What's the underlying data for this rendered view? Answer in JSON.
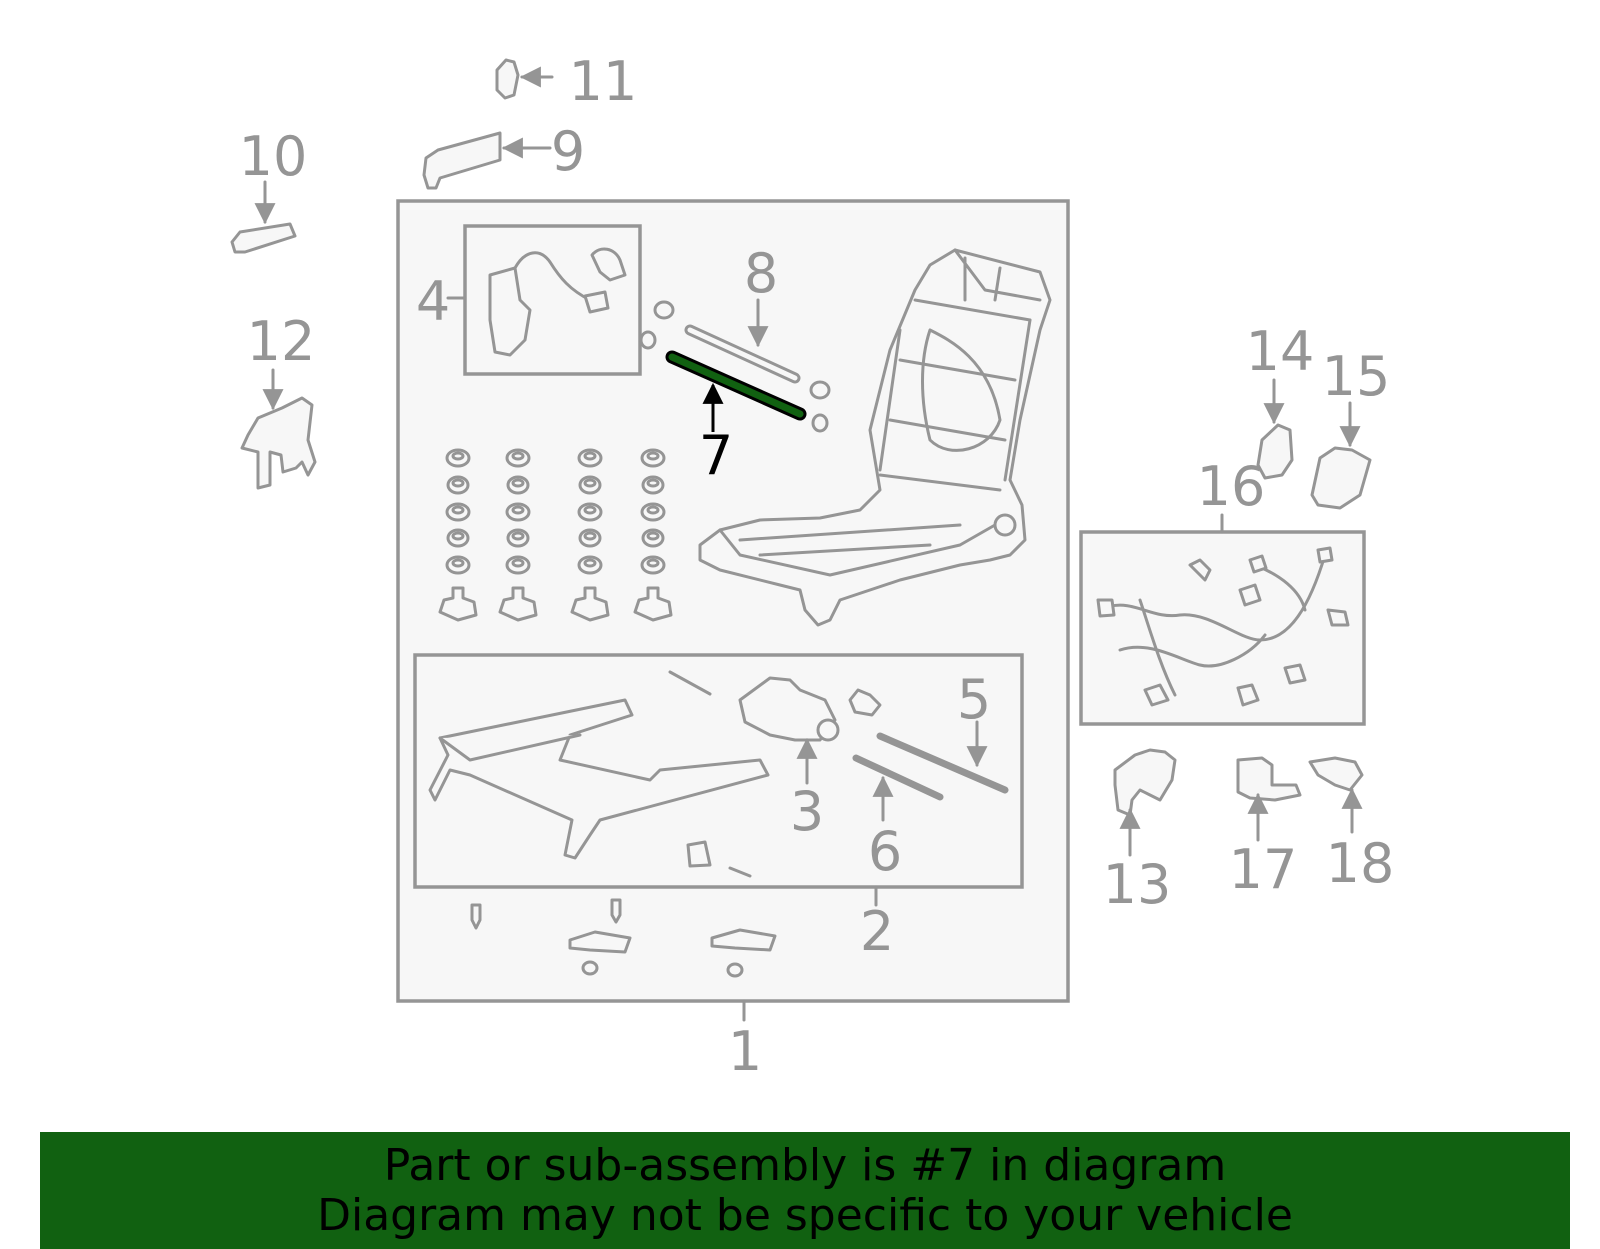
{
  "callouts": [
    {
      "id": "1",
      "label": "1"
    },
    {
      "id": "2",
      "label": "2"
    },
    {
      "id": "3",
      "label": "3"
    },
    {
      "id": "4",
      "label": "4"
    },
    {
      "id": "5",
      "label": "5"
    },
    {
      "id": "6",
      "label": "6"
    },
    {
      "id": "7",
      "label": "7",
      "highlighted": true
    },
    {
      "id": "8",
      "label": "8"
    },
    {
      "id": "9",
      "label": "9"
    },
    {
      "id": "10",
      "label": "10"
    },
    {
      "id": "11",
      "label": "11"
    },
    {
      "id": "12",
      "label": "12"
    },
    {
      "id": "13",
      "label": "13"
    },
    {
      "id": "14",
      "label": "14"
    },
    {
      "id": "15",
      "label": "15"
    },
    {
      "id": "16",
      "label": "16"
    },
    {
      "id": "17",
      "label": "17"
    },
    {
      "id": "18",
      "label": "18"
    }
  ],
  "banner": {
    "line1": "Part or sub-assembly is #7 in diagram",
    "line2": "Diagram may not be specific to your vehicle"
  },
  "colors": {
    "part_stroke": "#959595",
    "part_fill": "#f7f7f7",
    "highlight": "#116111",
    "banner_background": "#116111"
  }
}
